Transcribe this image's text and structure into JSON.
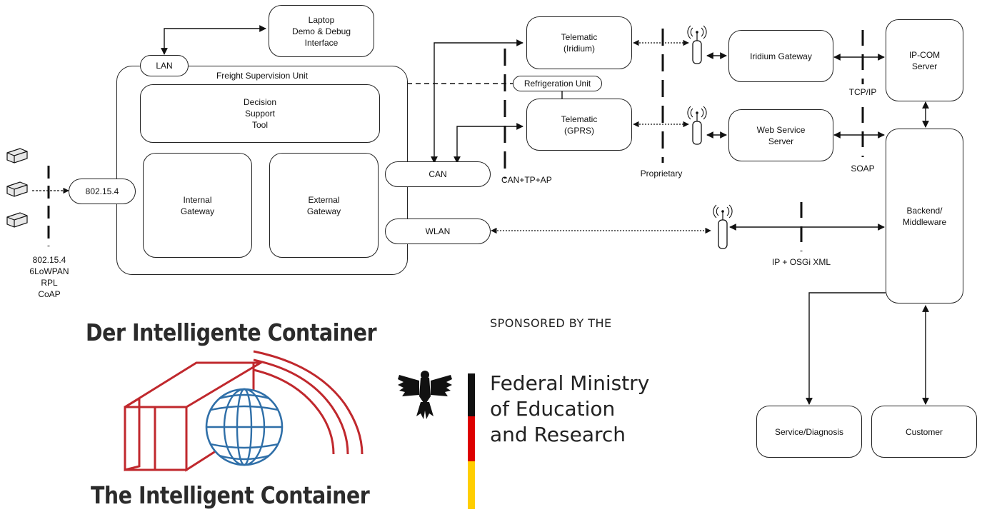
{
  "diagram": {
    "laptop": "Laptop\nDemo & Debug\nInterface",
    "lan": "LAN",
    "fsu_label": "Freight Supervision Unit",
    "dst": "Decision\nSupport\nTool",
    "internal_gw": "Internal\nGateway",
    "external_gw": "External\nGateway",
    "p802": "802.15.4",
    "can": "CAN",
    "wlan": "WLAN",
    "refrigeration": "Refrigeration Unit",
    "telematic_iridium": "Telematic\n(Iridium)",
    "telematic_gprs": "Telematic\n(GPRS)",
    "iridium_gw": "Iridium Gateway",
    "web_service": "Web Service\nServer",
    "ipcom": "IP-COM\nServer",
    "backend": "Backend/\nMiddleware",
    "service": "Service/Diagnosis",
    "customer": "Customer",
    "sensor_stack": "802.15.4\n6LoWPAN\nRPL\nCoAP",
    "can_proto": "CAN+TP+AP",
    "proprietary": "Proprietary",
    "tcpip": "TCP/IP",
    "soap": "SOAP",
    "ip_osgi": "IP + OSGi XML"
  },
  "logo": {
    "title_de": "Der Intelligente Container",
    "title_en": "The Intelligent Container",
    "sponsored": "SPONSORED BY THE",
    "ministry": "Federal Ministry\nof Education\nand Research"
  },
  "colors": {
    "logo_red": "#c0282d",
    "globe_blue": "#2f6fa8",
    "flag_black": "#111111",
    "flag_red": "#dd0000",
    "flag_gold": "#ffce00"
  }
}
